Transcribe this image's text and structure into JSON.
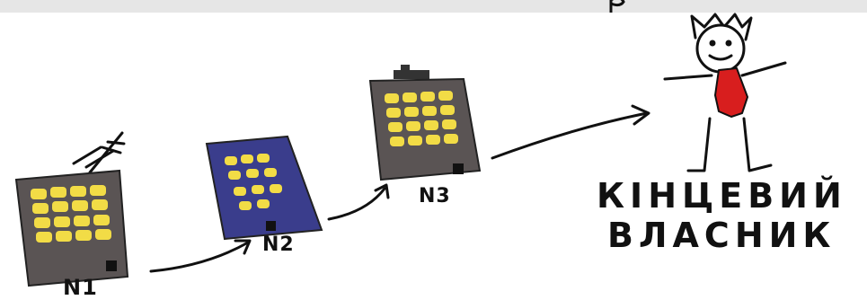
{
  "labels": {
    "building_1": "N1",
    "building_2": "N2",
    "building_3": "N3",
    "owner_line1": "КІНЦЕВИЙ",
    "owner_line2": "ВЛАСНИК"
  },
  "colors": {
    "building_1": "#5a5454",
    "building_2": "#3a3d8c",
    "building_3": "#5a5454",
    "window": "#f2dc46",
    "tie": "#d81e1e",
    "ink": "#111111",
    "top_bar": "#e6e6e6"
  }
}
